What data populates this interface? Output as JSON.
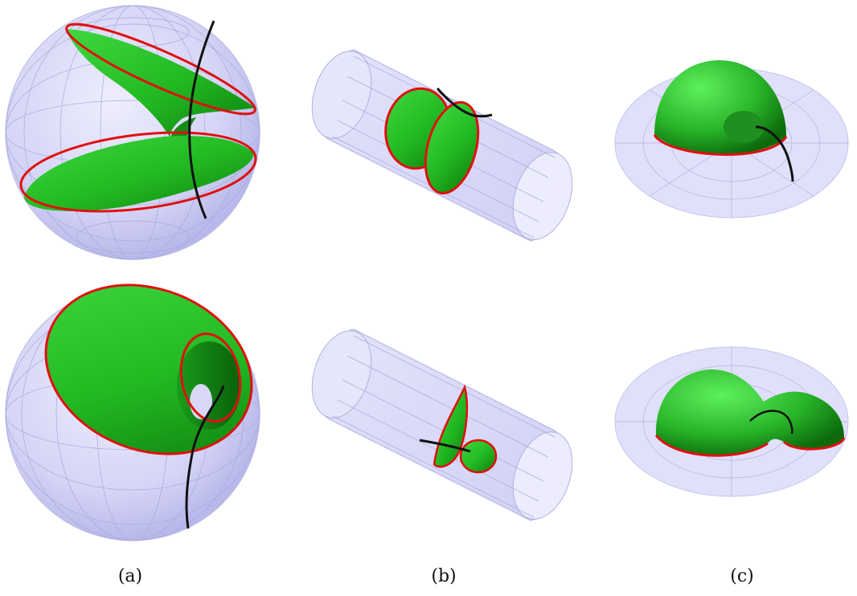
{
  "figure": {
    "panel_labels": {
      "a": "(a)",
      "b": "(b)",
      "c": "(c)"
    },
    "colors": {
      "surface_green": "#2fbf2f",
      "boundary_red": "#e01010",
      "curve_black": "#111111",
      "domain_lavender": "#c8c8f2",
      "grid_lines": "#9a9ad8"
    }
  }
}
